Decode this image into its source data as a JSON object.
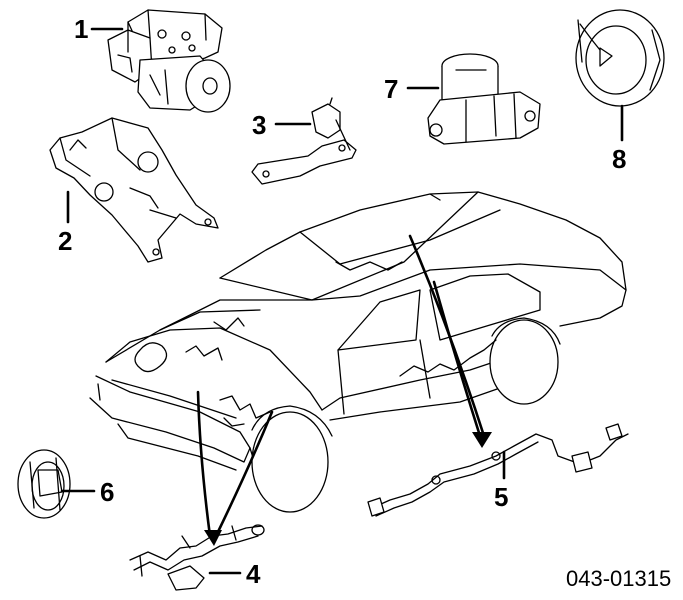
{
  "diagram": {
    "callouts": [
      {
        "id": 1,
        "text": "1"
      },
      {
        "id": 2,
        "text": "2"
      },
      {
        "id": 3,
        "text": "3"
      },
      {
        "id": 4,
        "text": "4"
      },
      {
        "id": 5,
        "text": "5"
      },
      {
        "id": 6,
        "text": "6"
      },
      {
        "id": 7,
        "text": "7"
      },
      {
        "id": 8,
        "text": "8"
      }
    ],
    "drawing_code": "043-01315"
  }
}
